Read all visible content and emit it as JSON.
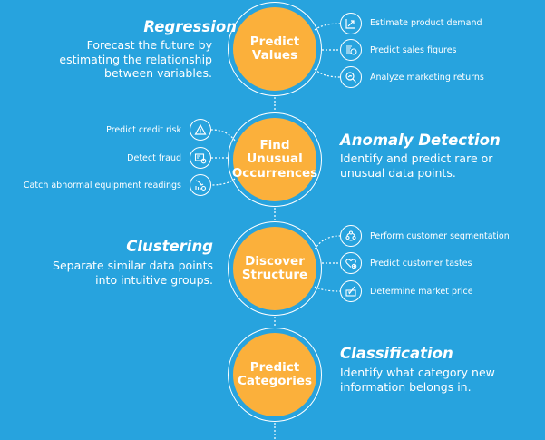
{
  "colors": {
    "background": "#27a3de",
    "node": "#fbb03b",
    "stroke": "#ffffff"
  },
  "nodes": [
    {
      "label_lines": [
        "Predict",
        "Values"
      ],
      "technique": "Regression",
      "description_lines": [
        "Forecast the future by",
        "estimating the relationship",
        "between variables."
      ],
      "side": "right",
      "items": [
        {
          "icon": "trend-arrow-icon",
          "label": "Estimate product demand"
        },
        {
          "icon": "sales-coin-icon",
          "label": "Predict sales figures"
        },
        {
          "icon": "magnifier-chart-icon",
          "label": "Analyze marketing returns"
        }
      ]
    },
    {
      "label_lines": [
        "Find",
        "Unusual",
        "Occurrences"
      ],
      "technique": "Anomaly Detection",
      "description_lines": [
        "Identify and predict rare or",
        "unusual data points."
      ],
      "side": "left",
      "items": [
        {
          "icon": "warning-icon",
          "label": "Predict credit risk"
        },
        {
          "icon": "fraud-card-icon",
          "label": "Detect fraud"
        },
        {
          "icon": "equipment-reading-icon",
          "label": "Catch abnormal equipment readings"
        }
      ]
    },
    {
      "label_lines": [
        "Discover",
        "Structure"
      ],
      "technique": "Clustering",
      "description_lines": [
        "Separate similar data points",
        "into intuitive groups."
      ],
      "side": "right",
      "items": [
        {
          "icon": "customer-segment-icon",
          "label": "Perform customer segmentation"
        },
        {
          "icon": "heart-plus-icon",
          "label": "Predict customer tastes"
        },
        {
          "icon": "price-tag-icon",
          "label": "Determine market price"
        }
      ]
    },
    {
      "label_lines": [
        "Predict",
        "Categories"
      ],
      "technique": "Classification",
      "description_lines": [
        "Identify what category new",
        "information belongs in."
      ],
      "side": "none",
      "items": []
    }
  ]
}
